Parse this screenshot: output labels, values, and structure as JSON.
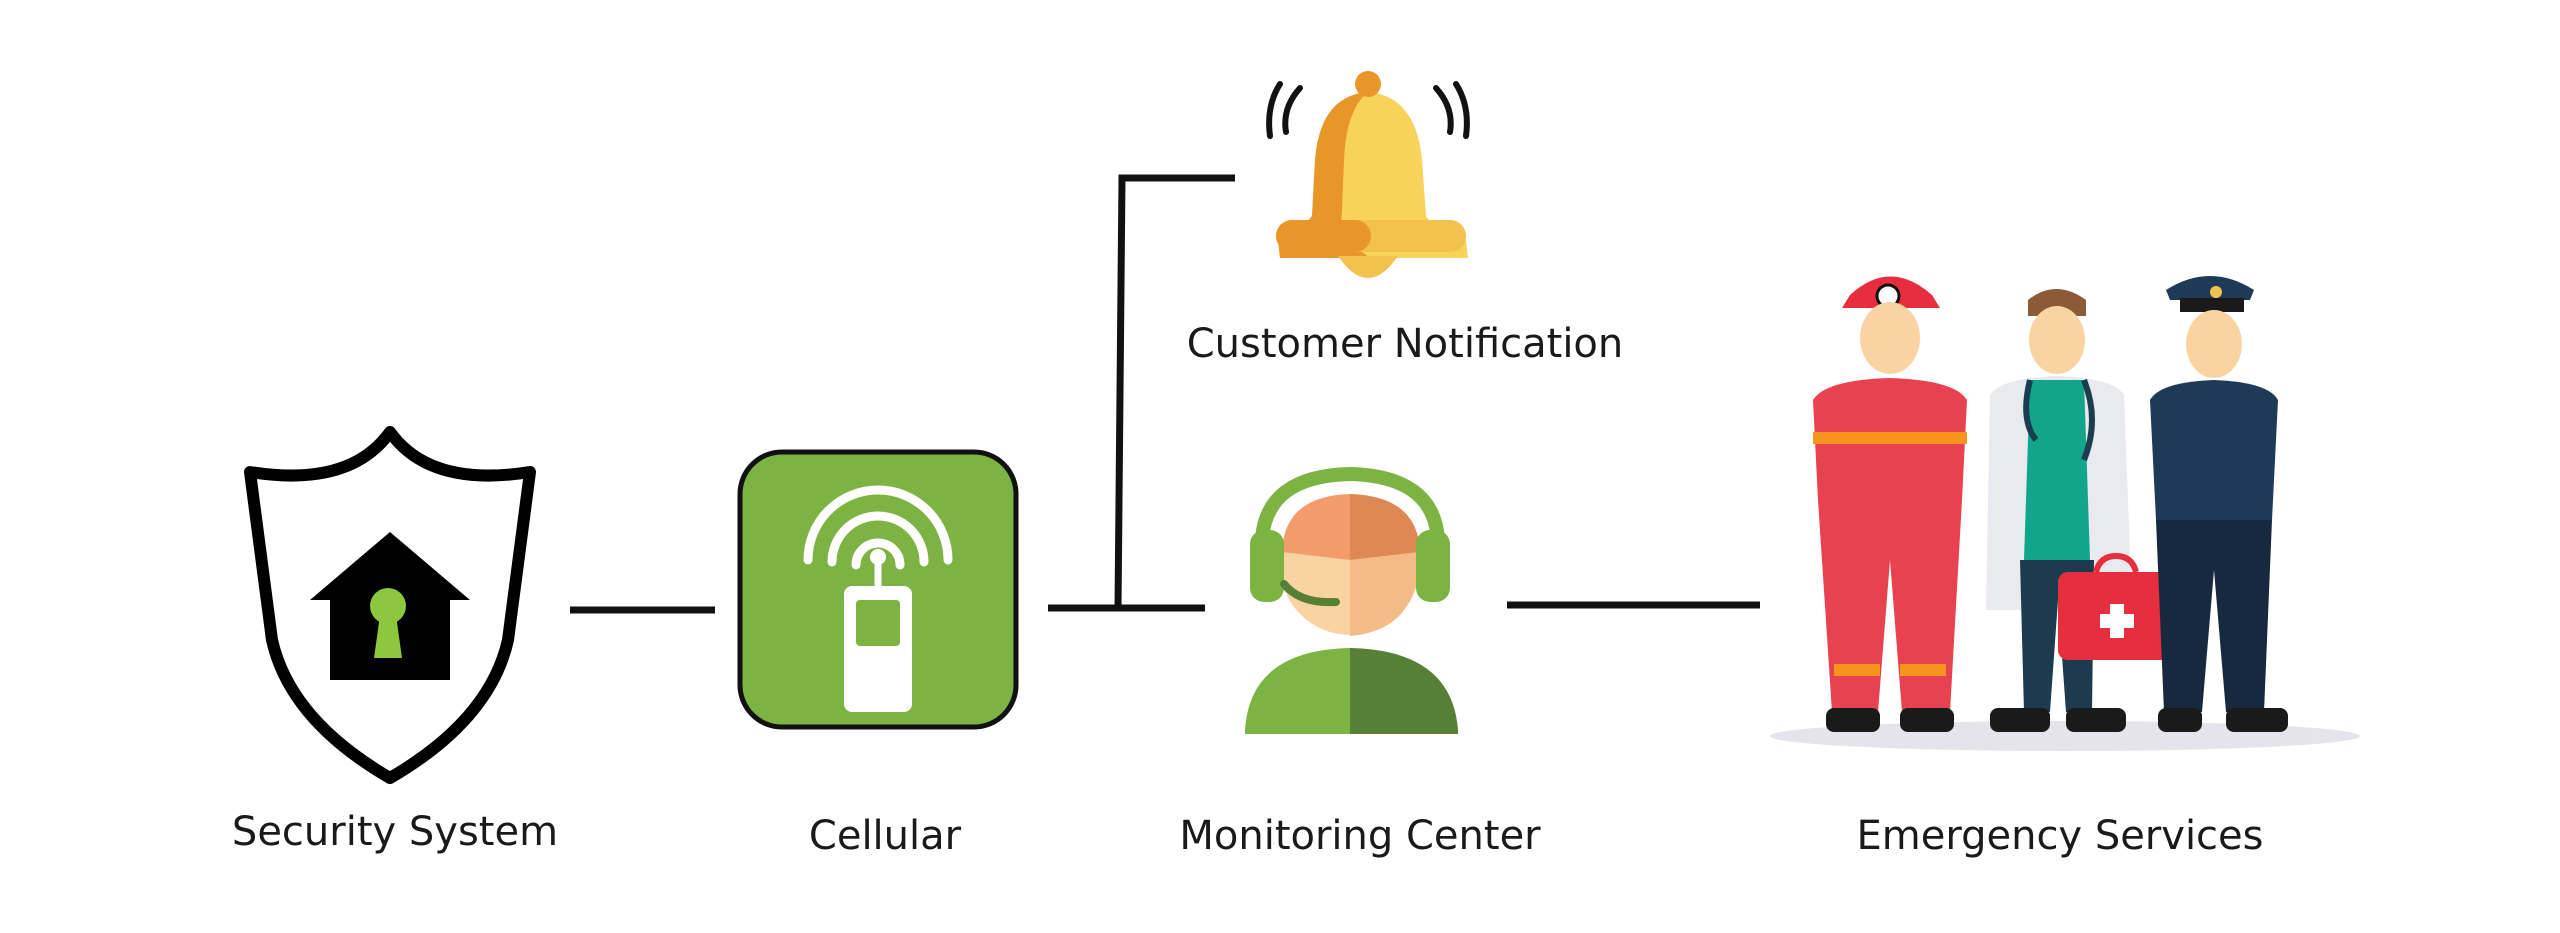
{
  "nodes": {
    "security_system": {
      "label": "Security System",
      "icon": "shield-house-keyhole-icon",
      "color": "#8dc63f"
    },
    "cellular": {
      "label": "Cellular",
      "icon": "cellular-device-icon",
      "color": "#7cb342"
    },
    "monitoring_center": {
      "label": "Monitoring Center",
      "icon": "operator-headset-icon",
      "color": "#7cb342"
    },
    "customer_notification": {
      "label": "Customer Notification",
      "icon": "bell-icon",
      "color": "#f7d35c"
    },
    "emergency_services": {
      "label": "Emergency Services",
      "icon": "firefighter-doctor-police-icon"
    }
  },
  "connections": [
    {
      "from": "security_system",
      "to": "cellular"
    },
    {
      "from": "cellular",
      "to": "monitoring_center"
    },
    {
      "from": "cellular",
      "to": "customer_notification"
    },
    {
      "from": "monitoring_center",
      "to": "emergency_services"
    }
  ]
}
